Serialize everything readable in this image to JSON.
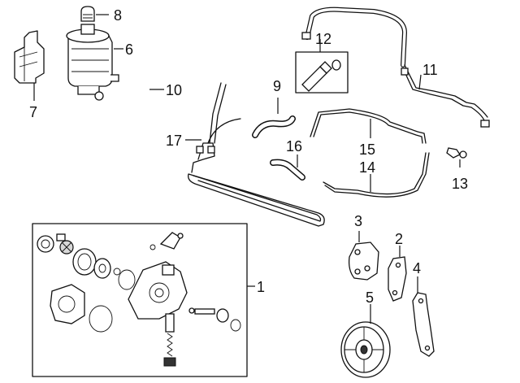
{
  "callouts": {
    "c1": "1",
    "c2": "2",
    "c3": "3",
    "c4": "4",
    "c5": "5",
    "c6": "6",
    "c7": "7",
    "c8": "8",
    "c9": "9",
    "c10": "10",
    "c11": "11",
    "c12": "12",
    "c13": "13",
    "c14": "14",
    "c15": "15",
    "c16": "16",
    "c17": "17"
  },
  "colors": {
    "line": "#111111",
    "background": "#ffffff"
  }
}
